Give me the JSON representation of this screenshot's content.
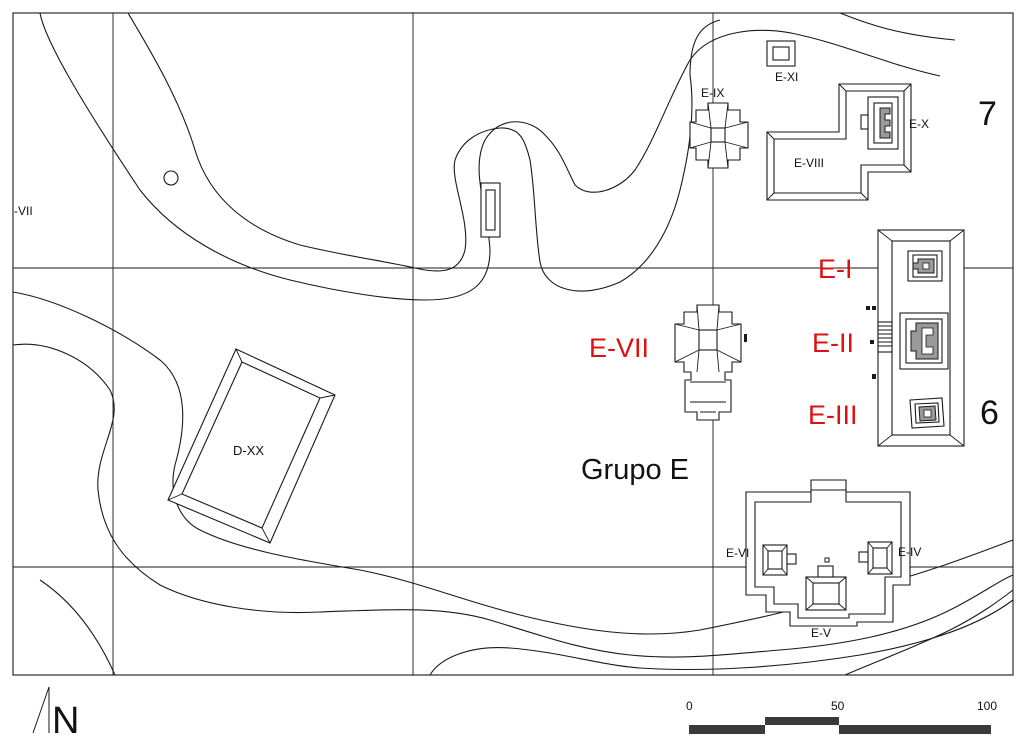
{
  "map": {
    "group_label": "Grupo E",
    "grid_numbers": {
      "row_top": "7",
      "row_middle": "6"
    },
    "structure_labels": {
      "e_i": "E-I",
      "e_ii": "E-II",
      "e_iii": "E-III",
      "e_iv": "E-IV",
      "e_v": "E-V",
      "e_vi": "E-VI",
      "e_vii": "E-VII",
      "e_viii": "E-VIII",
      "e_ix": "E-IX",
      "e_x": "E-X",
      "e_xi": "E-XI",
      "d_xx": "D-XX",
      "edge_vii": "-VII"
    },
    "highlight_color": "#e01010",
    "line_color": "#1a1a1a"
  },
  "north_arrow": {
    "label": "N"
  },
  "scale_bar": {
    "ticks": [
      "0",
      "50",
      "100"
    ]
  }
}
